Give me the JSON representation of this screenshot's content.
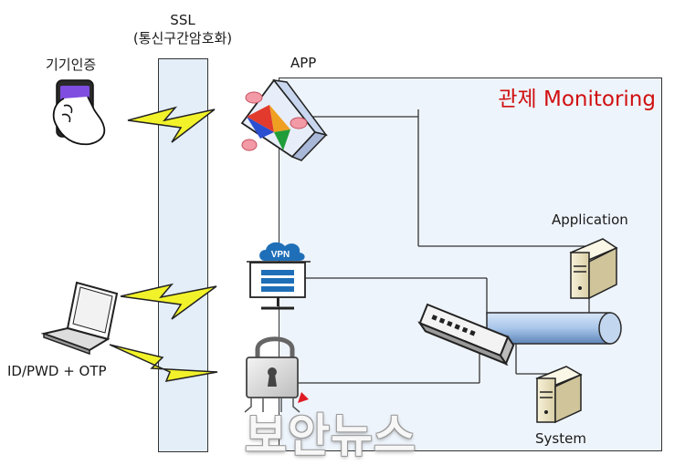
{
  "ssl": {
    "line1": "SSL",
    "line2": "(통신구간암호화)"
  },
  "labels": {
    "device_auth": "기기인증",
    "id_pwd_otp": "ID/PWD + OTP",
    "app": "APP",
    "application": "Application",
    "system": "System",
    "vpn": "VPN"
  },
  "monitoring_title": "관제 Monitoring",
  "watermark": "보안뉴스",
  "colors": {
    "monitoring_title": "#d01010",
    "lightning": "#f2f22a",
    "vpn": "#1f6fb8",
    "pipe": "#a8c6ea"
  }
}
